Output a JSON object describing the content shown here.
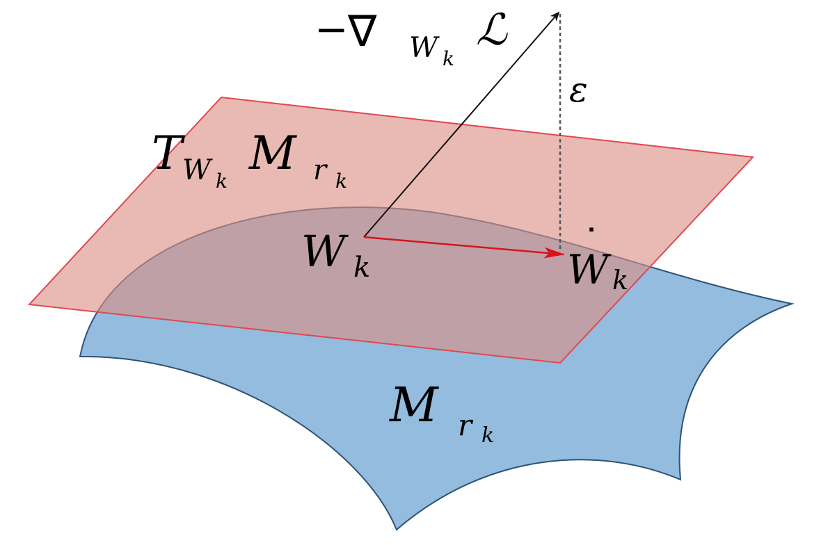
{
  "diagram": {
    "colors": {
      "manifold_fill": "#93bcdf",
      "manifold_stroke": "#2d5378",
      "tangent_fill": "#e1a097",
      "tangent_stroke": "#e0484f",
      "tangent_vector": "#d6141a",
      "gradient_vector": "#111111",
      "error_line": "#555555"
    },
    "labels": {
      "gradient": {
        "minus": "−",
        "nabla": "∇",
        "sub_W": "W",
        "sub_k": "k",
        "L": "ℒ"
      },
      "error": "ε",
      "tangent_space": {
        "T": "T",
        "sub_W": "W",
        "sub_k": "k",
        "M": "M",
        "sub_r": "r",
        "sub_k2": "k"
      },
      "point": {
        "W": "W",
        "sub_k": "k"
      },
      "projected": {
        "dot": "˙",
        "W": "W",
        "sub_k": "k"
      },
      "manifold": {
        "M": "M",
        "sub_r": "r",
        "sub_k": "k"
      }
    }
  }
}
